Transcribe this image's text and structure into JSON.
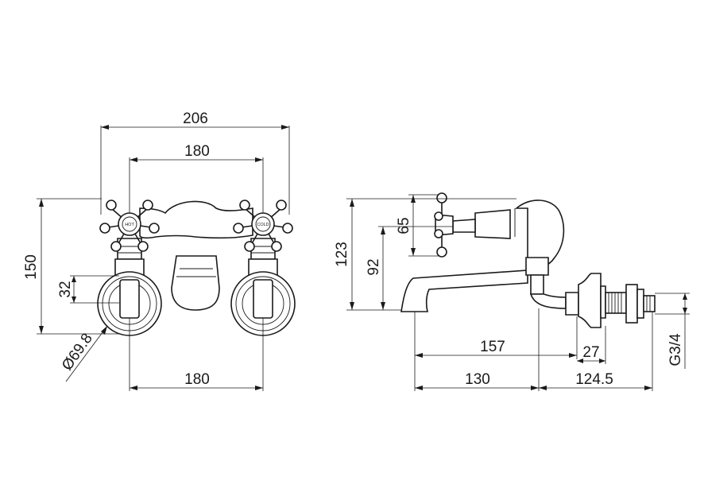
{
  "dimensions": {
    "front_overall_width": "206",
    "front_handle_centres": "180",
    "front_height": "150",
    "front_port_height": "32",
    "front_flange_diameter": "Ø69.8",
    "front_inlet_centres": "180",
    "side_height": "123",
    "side_spout_height": "92",
    "side_handle_height": "65",
    "side_spout_reach": "157",
    "side_spout_projection": "130",
    "side_body_depth": "124.5",
    "side_thread_length": "27",
    "side_thread_size": "G3/4"
  },
  "handle_labels": {
    "hot": "HOT",
    "cold": "COLD"
  }
}
